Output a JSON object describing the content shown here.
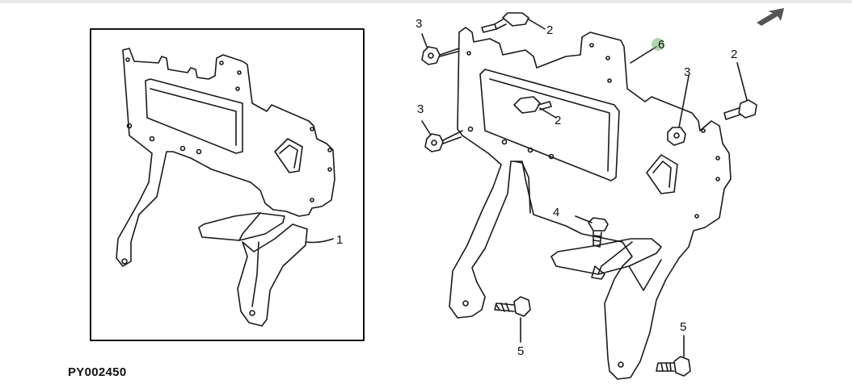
{
  "figure": {
    "code": "PY002450",
    "callouts": {
      "c1": "1",
      "c2a": "2",
      "c2b": "2",
      "c2c": "2",
      "c3a": "3",
      "c3b": "3",
      "c3c": "3",
      "c4": "4",
      "c5a": "5",
      "c5b": "5",
      "c6": "6"
    }
  },
  "colors": {
    "line": "#1a1a1a",
    "frame": "#111111",
    "marker": "#6eb46e",
    "strip": "#e9e9e9"
  },
  "icons": {
    "nav": "arrow-icon"
  }
}
